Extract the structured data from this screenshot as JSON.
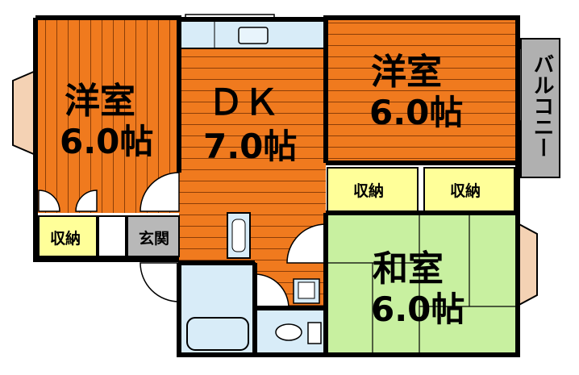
{
  "rooms": {
    "western_left": {
      "name": "洋室",
      "size": "6.0帖"
    },
    "dk": {
      "name": "ＤＫ",
      "size": "7.0帖"
    },
    "western_right": {
      "name": "洋室",
      "size": "6.0帖"
    },
    "japanese": {
      "name": "和室",
      "size": "6.0帖"
    }
  },
  "storage": {
    "left": "収納",
    "middle": "収納",
    "right": "収納"
  },
  "entrance": "玄関",
  "balcony": "バルコニー",
  "colors": {
    "western_floor": "#f07a1e",
    "dk_floor": "#f07a1e",
    "japanese_floor": "#c8f0a0",
    "storage": "#ffff99",
    "wet_area": "#d8ecf8",
    "balcony": "#b0b0b0",
    "entrance": "#b8b8b8",
    "window": "#f4d2b4",
    "wall": "#000000"
  }
}
